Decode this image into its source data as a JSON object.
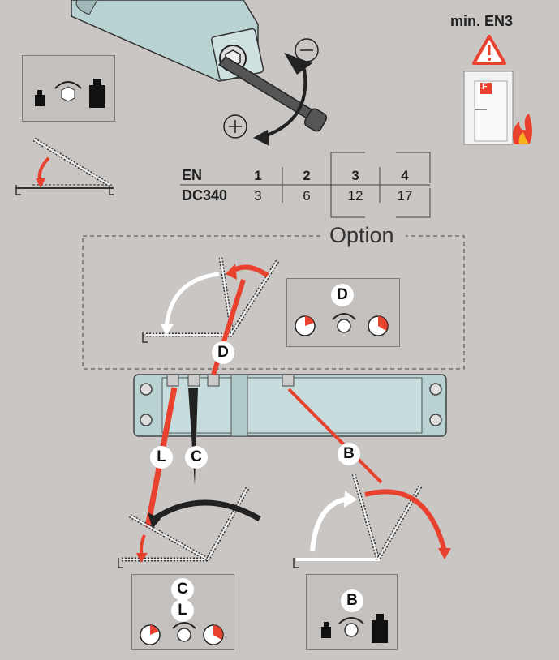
{
  "warning": {
    "label": "min. EN3",
    "door_sign": "F"
  },
  "en_table": {
    "row_labels": [
      "EN",
      "DC340"
    ],
    "en_values": [
      "1",
      "2",
      "3",
      "4"
    ],
    "dc340_values": [
      "3",
      "6",
      "12",
      "17"
    ]
  },
  "option": {
    "label": "Option"
  },
  "markers": {
    "D": "D",
    "L": "L",
    "C": "C",
    "B": "B"
  },
  "colors": {
    "background": "#c9c6c4",
    "closer_body": "#b9d3d3",
    "accent_red": "#e8412e",
    "dark": "#1a1a1a"
  }
}
